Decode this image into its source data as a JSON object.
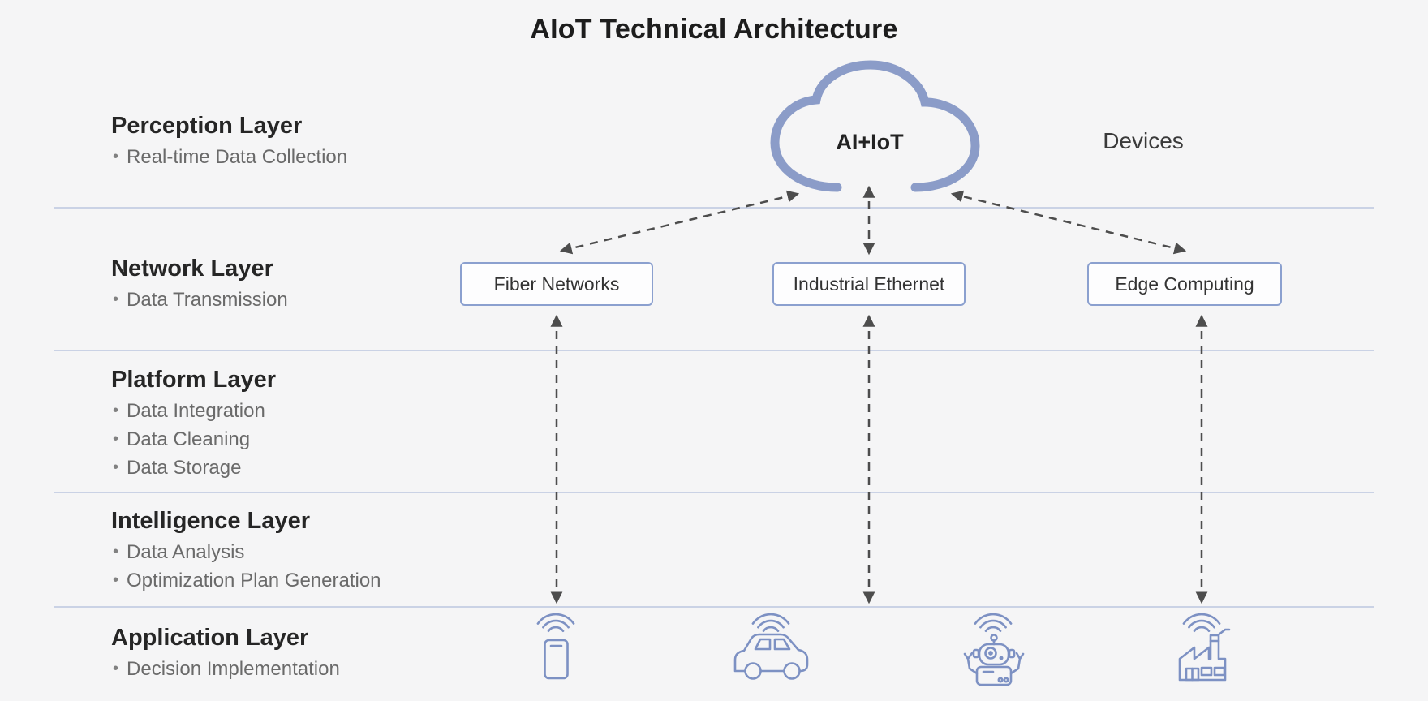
{
  "title": "AIoT Technical Architecture",
  "cloud": {
    "label": "AI+IoT"
  },
  "devices_label": "Devices",
  "layers": [
    {
      "name": "Perception Layer",
      "bullets": [
        "Real-time Data Collection"
      ]
    },
    {
      "name": "Network Layer",
      "bullets": [
        "Data Transmission"
      ]
    },
    {
      "name": "Platform Layer",
      "bullets": [
        "Data Integration",
        "Data Cleaning",
        "Data Storage"
      ]
    },
    {
      "name": "Intelligence Layer",
      "bullets": [
        "Data Analysis",
        "Optimization Plan Generation"
      ]
    },
    {
      "name": "Application Layer",
      "bullets": [
        "Decision Implementation"
      ]
    }
  ],
  "network_nodes": [
    {
      "label": "Fiber Networks"
    },
    {
      "label": "Industrial Ethernet"
    },
    {
      "label": "Edge Computing"
    }
  ],
  "device_icons": [
    "smartphone-icon",
    "car-icon",
    "robot-icon",
    "factory-icon"
  ],
  "colors": {
    "background": "#f5f5f6",
    "accent_periwinkle": "#8b9cc8",
    "icon_stroke": "#7d91c3",
    "divider": "#bcc6df",
    "arrow": "#4d4d4d",
    "heading_text": "#262626",
    "bullet_text": "#6a6a6a",
    "box_border": "#8ba0cf",
    "box_background": "#fdfdfe"
  }
}
